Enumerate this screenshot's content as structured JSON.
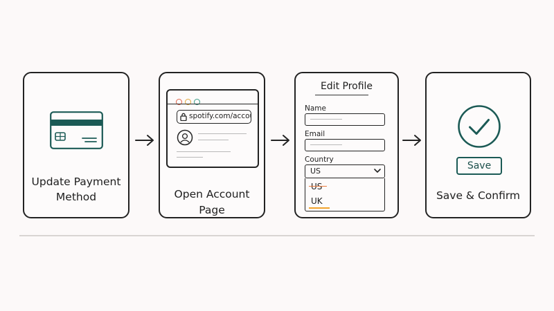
{
  "colors": {
    "accent": "#1b5a55",
    "strike": "#e8793c",
    "highlight": "#f1a22a",
    "outline": "#222222",
    "browser_dot_red": "#e0654a",
    "browser_dot_yellow": "#e2a83b",
    "browser_dot_green": "#3b9d86"
  },
  "steps": [
    {
      "label_line1": "Update Payment",
      "label_line2": "Method",
      "icon": "credit-card-icon"
    },
    {
      "label": "Open Account Page",
      "icon": "browser-window-icon",
      "address": "spotify.com/account"
    },
    {
      "title": "Edit Profile",
      "fields": {
        "name_label": "Name",
        "email_label": "Email",
        "country_label": "Country",
        "country_selected": "US"
      },
      "options": {
        "old": "US",
        "new": "UK"
      }
    },
    {
      "label": "Save & Confirm",
      "button_label": "Save",
      "icon": "check-circle-icon"
    }
  ],
  "arrows": [
    "arrow-right-icon",
    "arrow-right-icon",
    "arrow-right-icon"
  ]
}
